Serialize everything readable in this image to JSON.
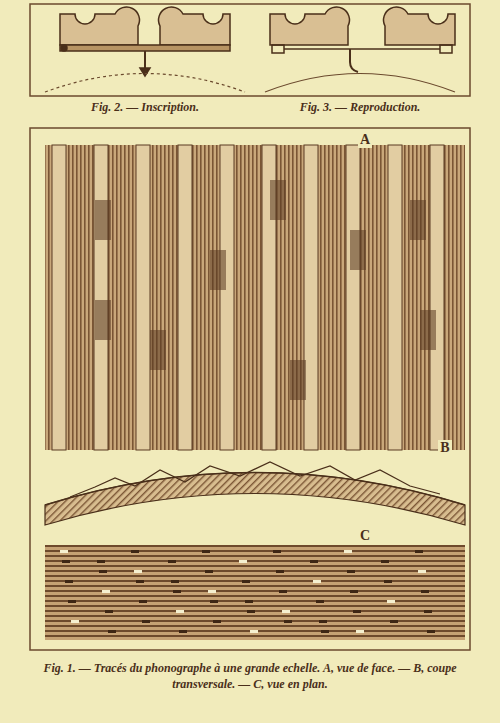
{
  "diagram": {
    "caption": "Fig. 1. — Tracés du phonographe à une grande echelle. A, vue de face. — B, coupe transversale. — C, vue en plan.",
    "labels": [
      "Fig. 2. — Inscription.",
      "Fig. 3. — Reproduction.",
      "A",
      "B",
      "C"
    ]
  }
}
